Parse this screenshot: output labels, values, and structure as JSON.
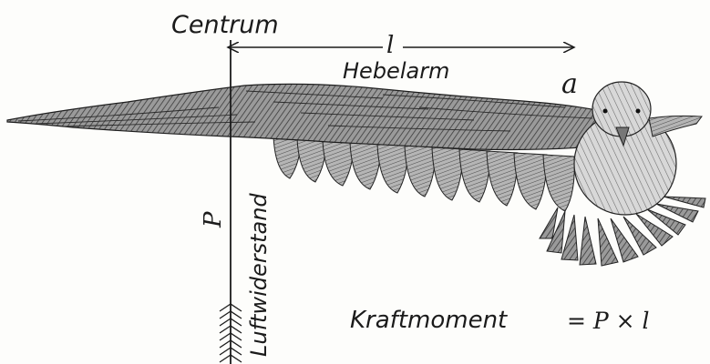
{
  "labels": {
    "centrum": "Centrum",
    "lever_length": "l",
    "lever_arm": "Hebelarm",
    "point_a": "a",
    "force": "P",
    "air_resistance": "Luftwiderstand",
    "torque": "Kraftmoment",
    "formula": "= P × l"
  },
  "colors": {
    "ink": "#1b1b1b",
    "paper": "#fdfdfb",
    "wing_dark": "#555555",
    "wing_mid": "#8a8a8a",
    "wing_light": "#c8c8c8"
  }
}
